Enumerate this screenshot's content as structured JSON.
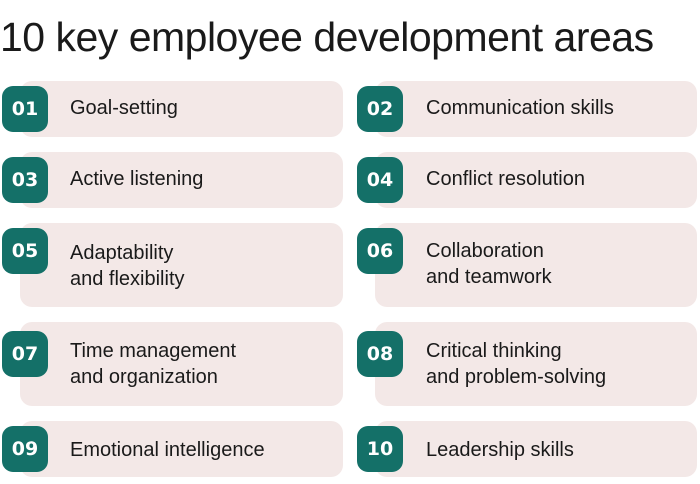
{
  "title": "10 key employee development areas",
  "colors": {
    "card_background": "#f3e8e7",
    "badge_background": "#147068",
    "badge_text": "#ffffff"
  },
  "items": [
    {
      "number": "01",
      "label": "Goal-setting"
    },
    {
      "number": "02",
      "label": "Communication skills"
    },
    {
      "number": "03",
      "label": "Active listening"
    },
    {
      "number": "04",
      "label": "Conflict resolution"
    },
    {
      "number": "05",
      "label": "Adaptability\nand flexibility"
    },
    {
      "number": "06",
      "label": "Collaboration\nand teamwork"
    },
    {
      "number": "07",
      "label": "Time management\nand organization"
    },
    {
      "number": "08",
      "label": "Critical thinking\nand problem-solving"
    },
    {
      "number": "09",
      "label": "Emotional intelligence"
    },
    {
      "number": "10",
      "label": "Leadership skills"
    }
  ]
}
